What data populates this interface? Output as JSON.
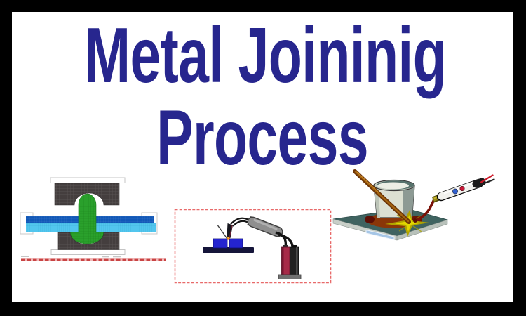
{
  "frame": {
    "border_color": "#000000",
    "background": "#ffffff"
  },
  "title": {
    "line1": "Metal Joininig",
    "line2": "Process",
    "color": "#27268e"
  },
  "illustrations": {
    "riveting": {
      "name": "rivet-joining-simulation",
      "colors": {
        "die_gray": "#443e3e",
        "rivet_green": "#2aa02c",
        "sheet_top_blue": "#1158b8",
        "sheet_bottom_cyan": "#52c6ee",
        "holder_outline_gray": "#c4c4c4",
        "guide_line_red": "#c94444"
      }
    },
    "welding": {
      "name": "arc-welding-torch",
      "colors": {
        "border_dashed_red": "#e86a6a",
        "workpiece_blue": "#2424d0",
        "table_navy": "#15153a",
        "torch_handle_gray": "#8f8f8f",
        "cable_black": "#141414",
        "canister_crimson": "#a62a48",
        "canister_black": "#202020",
        "base_gray": "#707070",
        "spark_orange": "#e87010"
      }
    },
    "soldering": {
      "name": "soldering-brazing-torch",
      "colors": {
        "plate_teal": "#3f6360",
        "plate_edge_gray": "#c8cfc8",
        "plate_strip_blue": "#a6c6e6",
        "pipe_body": "#dce0d2",
        "pipe_shade": "#8d9a94",
        "pipe_inner": "#eceee4",
        "filler_rod_brown": "#6e3506",
        "solder_fillet_brown": "#8a3608",
        "flame_star_yellow": "#b0a400",
        "flame_star_bright": "#e8dc00",
        "torch_tube_red": "#7a1208",
        "torch_body_white": "#f2f2ee",
        "button_blue": "#2f5fd0",
        "button_red": "#c81838",
        "wire_red": "#cc1828",
        "wire_black": "#222222"
      }
    }
  }
}
